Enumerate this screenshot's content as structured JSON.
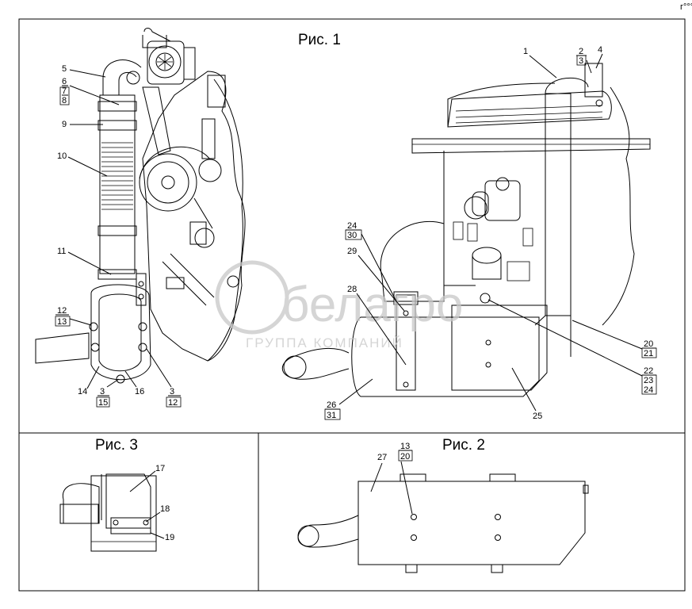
{
  "corner_mark": "г°°°",
  "figures": {
    "fig1": {
      "title": "Рис. 1",
      "labels": {
        "l1": "1",
        "l2": "2",
        "l3": "3",
        "l4": "4",
        "l5": "5",
        "l6": "6",
        "l7": "7",
        "l8": "8",
        "l9": "9",
        "l10": "10",
        "l11": "11",
        "l12": "12",
        "l13": "13",
        "l14": "14",
        "l3b": "3",
        "l15": "15",
        "l16": "16",
        "l3c": "3",
        "l12b": "12",
        "l20": "20",
        "l21": "21",
        "l22": "22",
        "l23": "23",
        "l24": "24",
        "l24b": "24",
        "l30": "30",
        "l29": "29",
        "l28": "28",
        "l25": "25",
        "l26": "26",
        "l31": "31"
      }
    },
    "fig2": {
      "title": "Рис. 2",
      "labels": {
        "l13": "13",
        "l20": "20",
        "l27": "27"
      }
    },
    "fig3": {
      "title": "Рис. 3",
      "labels": {
        "l17": "17",
        "l18": "18",
        "l19": "19"
      }
    }
  },
  "watermark": {
    "brand": "белагро",
    "tagline": "ГРУППА КОМПАНИЙ"
  }
}
